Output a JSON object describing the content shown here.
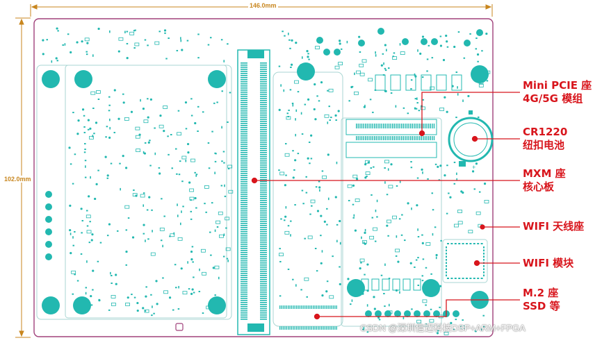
{
  "dimensions": {
    "width_label": "146.0mm",
    "height_label": "102.0mm"
  },
  "callouts": [
    {
      "id": "mini-pcie",
      "lines": [
        "Mini PCIE 座",
        "4G/5G 模组"
      ]
    },
    {
      "id": "cr1220",
      "lines": [
        "CR1220",
        "纽扣电池"
      ]
    },
    {
      "id": "mxm",
      "lines": [
        "MXM 座",
        "核心板"
      ]
    },
    {
      "id": "wifi-antenna",
      "lines": [
        "WIFI 天线座"
      ]
    },
    {
      "id": "wifi-module",
      "lines": [
        "WIFI 模块"
      ]
    },
    {
      "id": "m2",
      "lines": [
        "M.2 座",
        "SSD 等"
      ]
    }
  ],
  "watermark": "CSDN @深圳信迈科技DSP+ARM+FPGA",
  "colors": {
    "pad": "#22b8b0",
    "board_outline": "#a0407a",
    "callout_red": "#d8151c",
    "dimension": "#c8861e"
  }
}
